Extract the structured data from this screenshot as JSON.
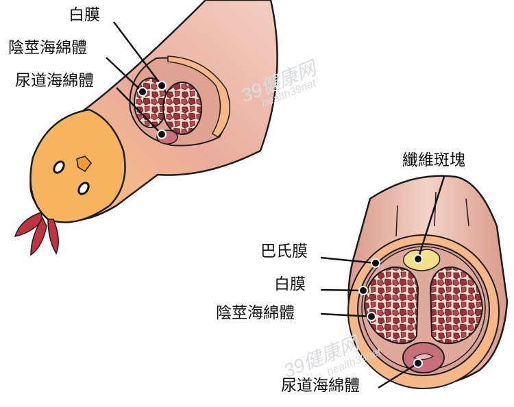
{
  "diagram": {
    "left_figure": {
      "labels": {
        "tunica_albuginea": "白膜",
        "corpus_cavernosum": "陰莖海綿體",
        "corpus_spongiosum": "尿道海綿體"
      }
    },
    "right_figure": {
      "labels": {
        "fibrous_plaque": "纖維斑塊",
        "bucks_fascia": "巴氏膜",
        "tunica_albuginea": "白膜",
        "corpus_cavernosum": "陰莖海綿體",
        "corpus_spongiosum": "尿道海綿體"
      }
    },
    "watermark": {
      "logo": "39健康网",
      "url": "health39net"
    },
    "colors": {
      "skin": "#f0c4b4",
      "skin_dark": "#d99a88",
      "fat": "#f7b888",
      "tissue": "#a33a48",
      "tissue_light": "#f7dcc0",
      "plaque": "#f5e08a",
      "head": "#f6b45e",
      "comb": "#c0323f"
    }
  }
}
